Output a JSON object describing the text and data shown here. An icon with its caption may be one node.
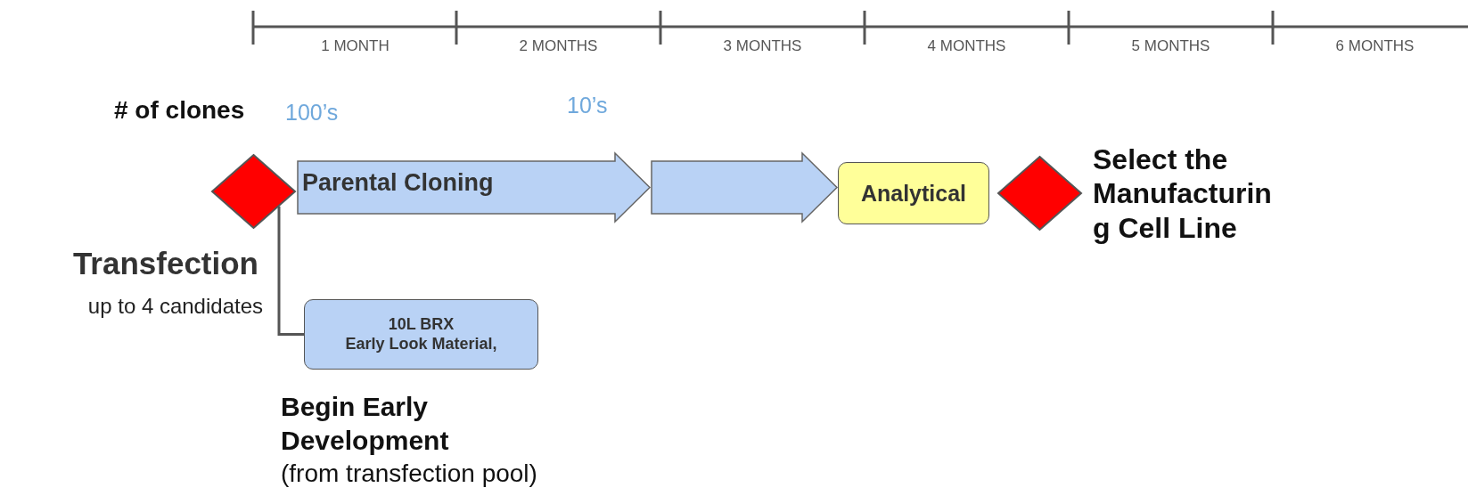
{
  "diagram": {
    "nodes": [
      {
        "text": [],
        "shape": "diamond",
        "beside": [
          "Transfection",
          "up to 4 candidates"
        ]
      },
      {
        "text": [
          "Parental Cloning"
        ]
      },
      {
        "text": [],
        "shape": "arrow"
      },
      {
        "text": [
          "Analytical"
        ]
      },
      {
        "text": [],
        "shape": "diamond",
        "beside": [
          "Select the Manufacturing Cell Line"
        ]
      },
      {
        "text": [
          "10L BRX",
          "Early Look Material,"
        ],
        "beside": [
          "Begin Early Development",
          "(from transfection pool)"
        ]
      }
    ],
    "edges": [
      {
        "from": 0,
        "to": 5,
        "arrow": "none"
      }
    ],
    "labels": [
      "1 MONTH",
      "2 MONTHS",
      "3 MONTHS",
      "4 MONTHS",
      "5 MONTHS",
      "6 MONTHS",
      "# of clones",
      "100’s",
      "10’s"
    ]
  }
}
